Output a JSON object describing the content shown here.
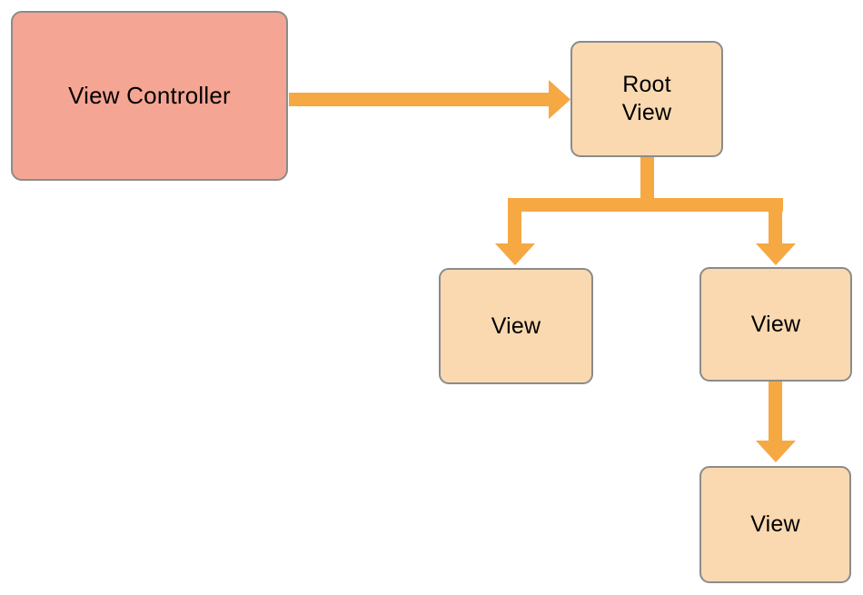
{
  "colors": {
    "controller-fill": "#F5A593",
    "view-fill": "#FAD9B1",
    "node-border": "#8B8B8B",
    "arrow": "#F6A843",
    "label": "#000000",
    "bg": "#FFFFFF"
  },
  "diagram": {
    "type": "flowchart",
    "nodes": [
      {
        "id": "view-controller",
        "label": "View Controller",
        "kind": "controller"
      },
      {
        "id": "root-view",
        "label": "Root\nView",
        "kind": "view"
      },
      {
        "id": "view-left",
        "label": "View",
        "kind": "view"
      },
      {
        "id": "view-right",
        "label": "View",
        "kind": "view"
      },
      {
        "id": "view-bottom",
        "label": "View",
        "kind": "view"
      }
    ],
    "edges": [
      {
        "from": "view-controller",
        "to": "root-view",
        "direction": "right"
      },
      {
        "from": "root-view",
        "to": "view-left",
        "direction": "down"
      },
      {
        "from": "root-view",
        "to": "view-right",
        "direction": "down"
      },
      {
        "from": "view-right",
        "to": "view-bottom",
        "direction": "down"
      }
    ]
  }
}
